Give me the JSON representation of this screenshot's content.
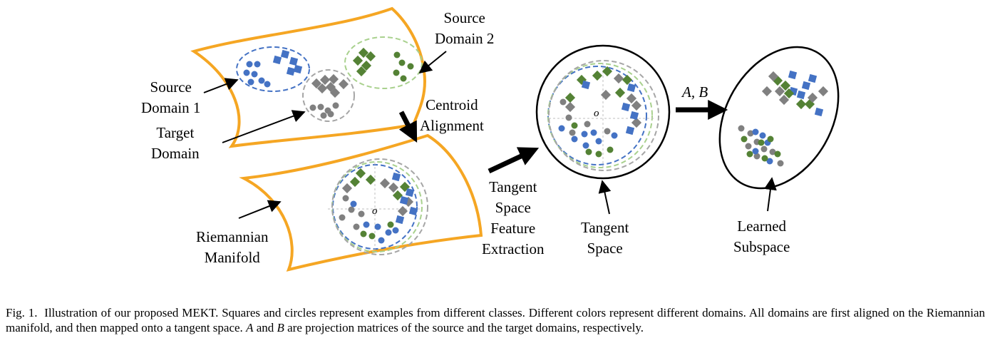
{
  "labels": {
    "source_domain_2": [
      "Source",
      "Domain 2"
    ],
    "source_domain_1": [
      "Source",
      "Domain 1"
    ],
    "target_domain": [
      "Target",
      "Domain"
    ],
    "centroid_alignment": [
      "Centroid",
      "Alignment"
    ],
    "riemannian_manifold": [
      "Riemannian",
      "Manifold"
    ],
    "tangent_space_feature_extraction": [
      "Tangent",
      "Space",
      "Feature",
      "Extraction"
    ],
    "tangent_space": [
      "Tangent",
      "Space"
    ],
    "learned_subspace": [
      "Learned",
      "Subspace"
    ],
    "projection_matrices": "A, B",
    "origin_a": "o",
    "origin_b": "o"
  },
  "caption": {
    "fig_label": "Fig. 1.",
    "text_1": "Illustration of our proposed MEKT. Squares and circles represent examples from different classes. Different colors represent different domains. All domains are first aligned on the Riemannian manifold, and then mapped onto a tangent space.",
    "var_a": "A",
    "text_2": "and",
    "var_b": "B",
    "text_3": "are projection matrices of the source and the target domains, respectively."
  },
  "colors": {
    "manifold": "#f5a623",
    "source1": "#4472c4",
    "source2": "#548235",
    "source2_ellipse": "#a9d18e",
    "target": "#808080",
    "target_ellipse": "#a6a6a6",
    "arrow": "#000000"
  }
}
